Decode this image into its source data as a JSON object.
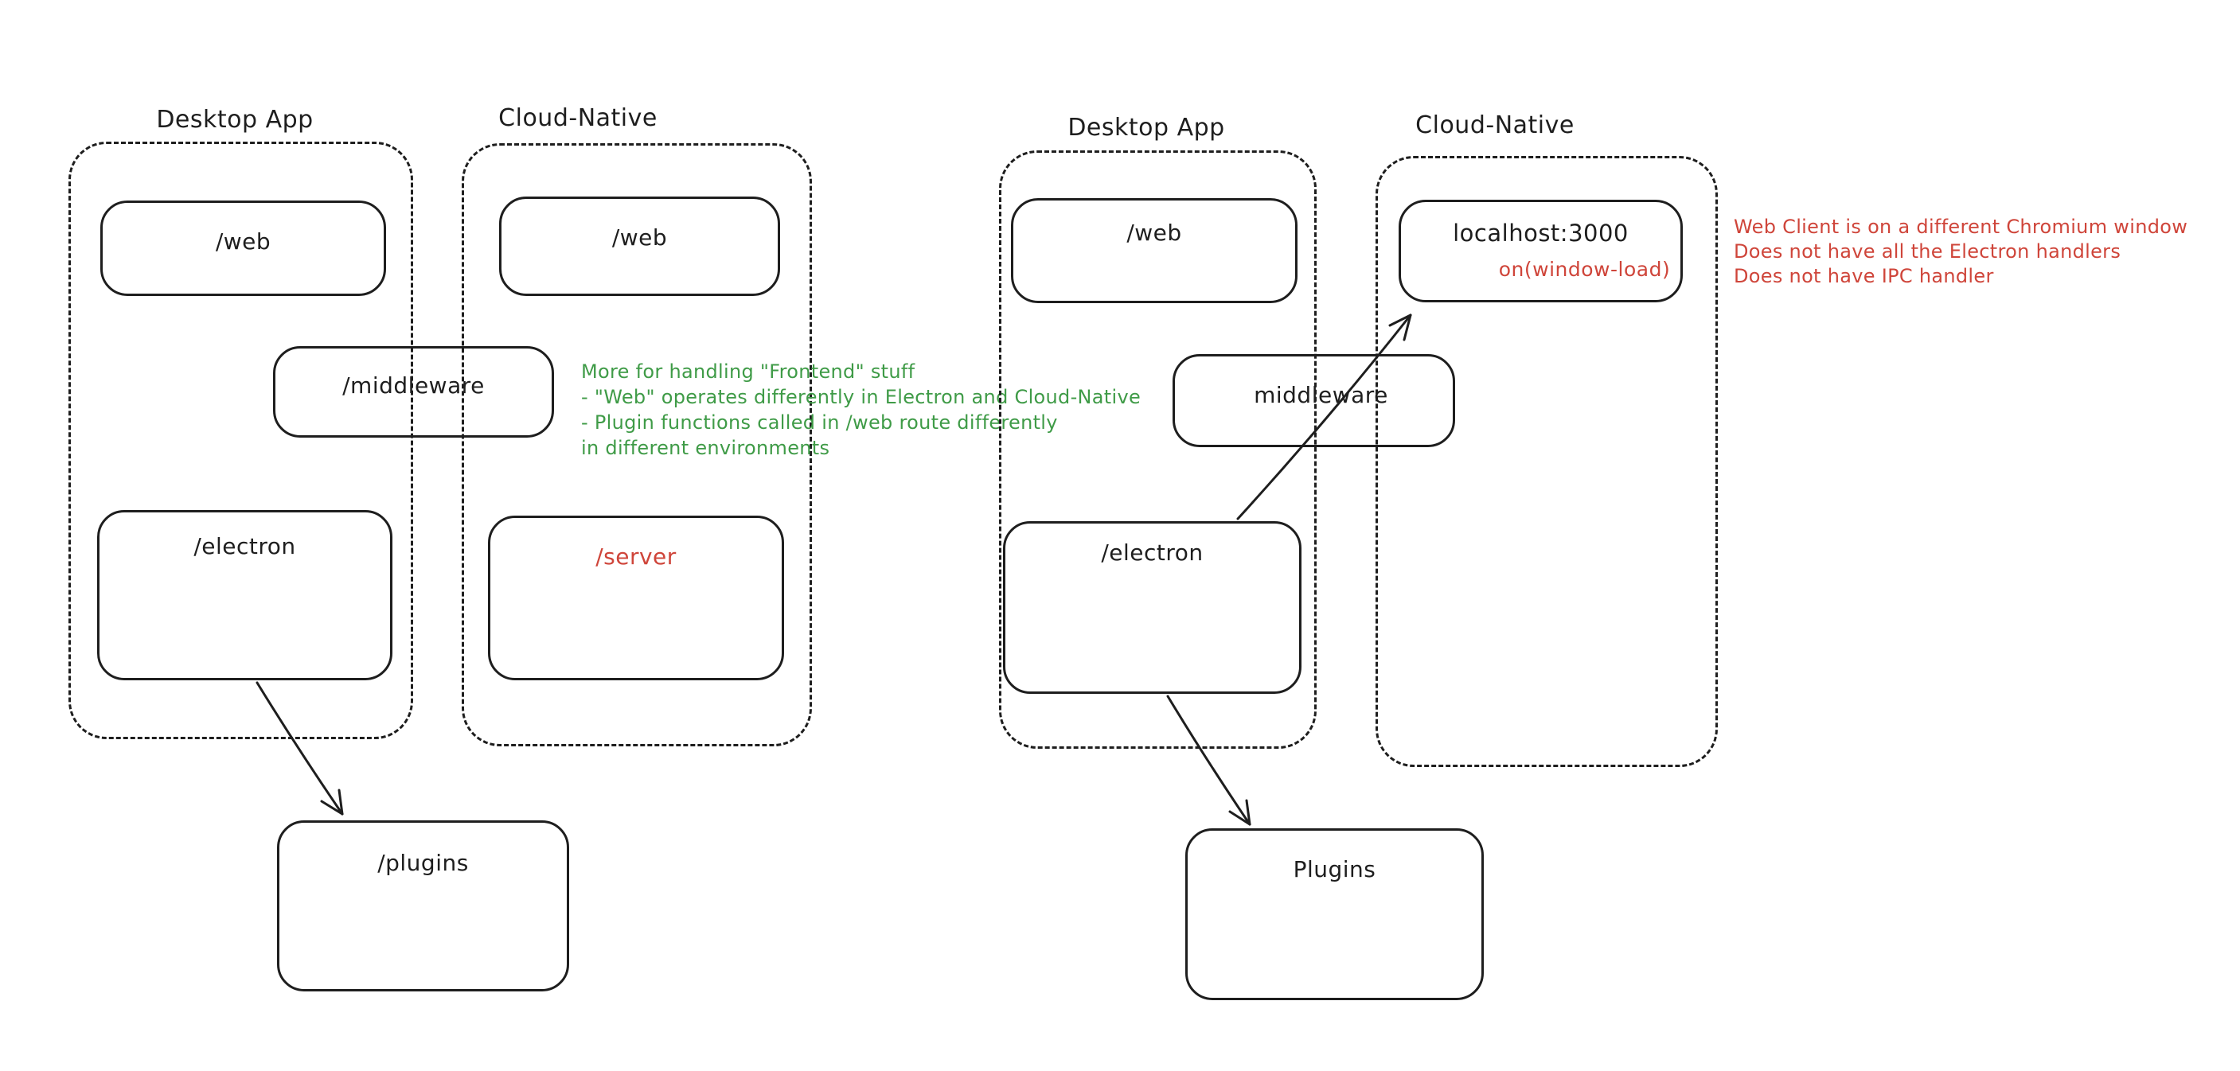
{
  "colors": {
    "stroke": "#1e1e1e",
    "red": "#cf453a",
    "green": "#3f9b47",
    "background": "#ffffff"
  },
  "left_diagram": {
    "desktop_title": "Desktop App",
    "cloud_title": "Cloud-Native",
    "boxes": {
      "web_desktop": "/web",
      "web_cloud": "/web",
      "middleware": "/middleware",
      "electron": "/electron",
      "server": "/server",
      "plugins": "/plugins"
    },
    "green_note": {
      "line1": "More for handling \"Frontend\" stuff",
      "line2": "- \"Web\" operates differently in Electron and Cloud-Native",
      "line3": "- Plugin functions called in /web route differently",
      "line4": "in different environments"
    }
  },
  "right_diagram": {
    "desktop_title": "Desktop App",
    "cloud_title": "Cloud-Native",
    "boxes": {
      "web": "/web",
      "localhost": "localhost:3000",
      "on_window_load": "on(window-load)",
      "middleware": "middleware",
      "electron": "/electron",
      "plugins": "Plugins"
    },
    "red_note": {
      "line1": "Web Client is on a different Chromium window",
      "line2": "Does not have all the Electron handlers",
      "line3": "Does not have IPC handler"
    }
  }
}
